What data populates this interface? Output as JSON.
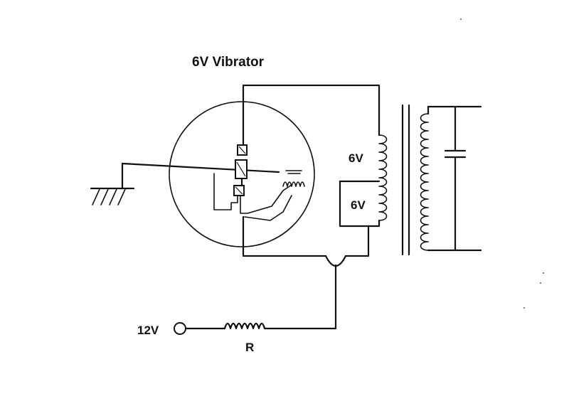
{
  "diagram": {
    "title": "6V Vibrator",
    "labels": {
      "upper_winding": "6V",
      "lower_winding": "6V",
      "supply": "12V",
      "resistor": "R"
    }
  }
}
